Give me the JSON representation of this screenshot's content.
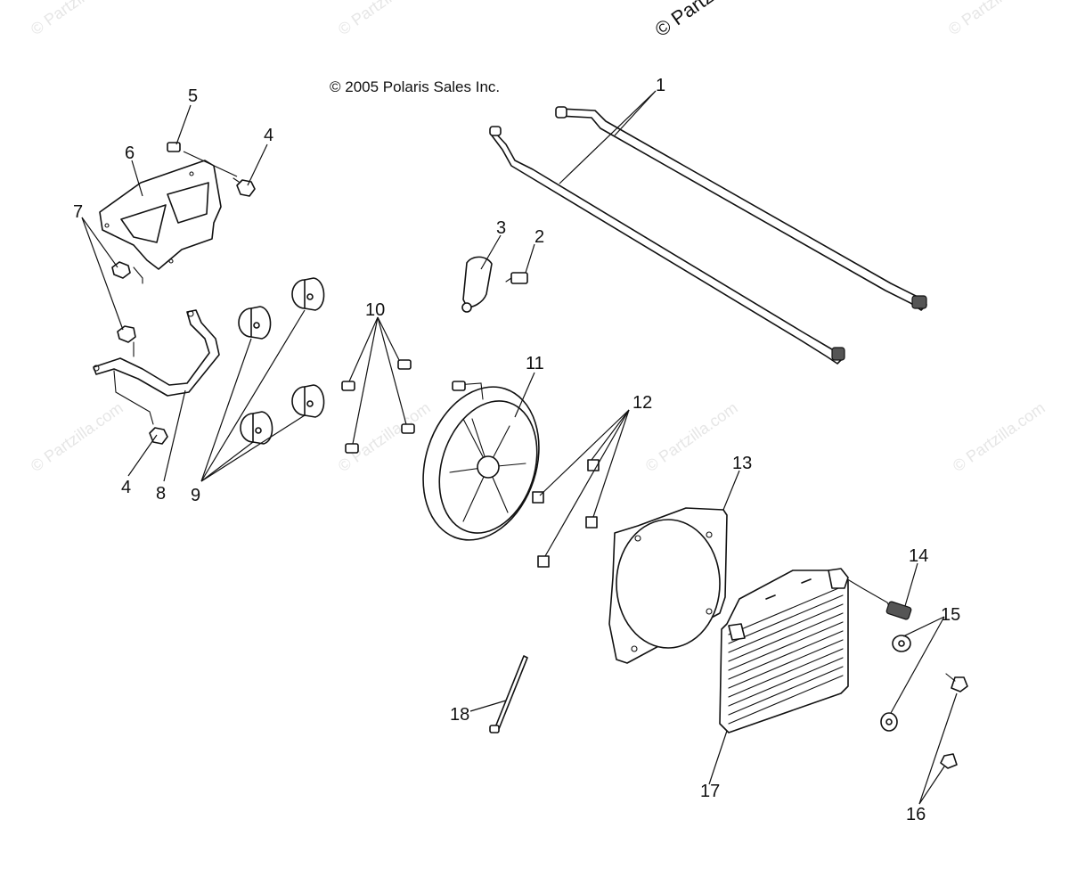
{
  "diagram": {
    "copyright": "© 2005 Polaris Sales Inc.",
    "watermark_text": "© Partzilla.com",
    "watermark_text_top": "© Partzi",
    "callouts": [
      "1",
      "2",
      "3",
      "4",
      "4",
      "5",
      "6",
      "7",
      "8",
      "9",
      "10",
      "11",
      "12",
      "13",
      "14",
      "15",
      "16",
      "17",
      "18"
    ]
  }
}
